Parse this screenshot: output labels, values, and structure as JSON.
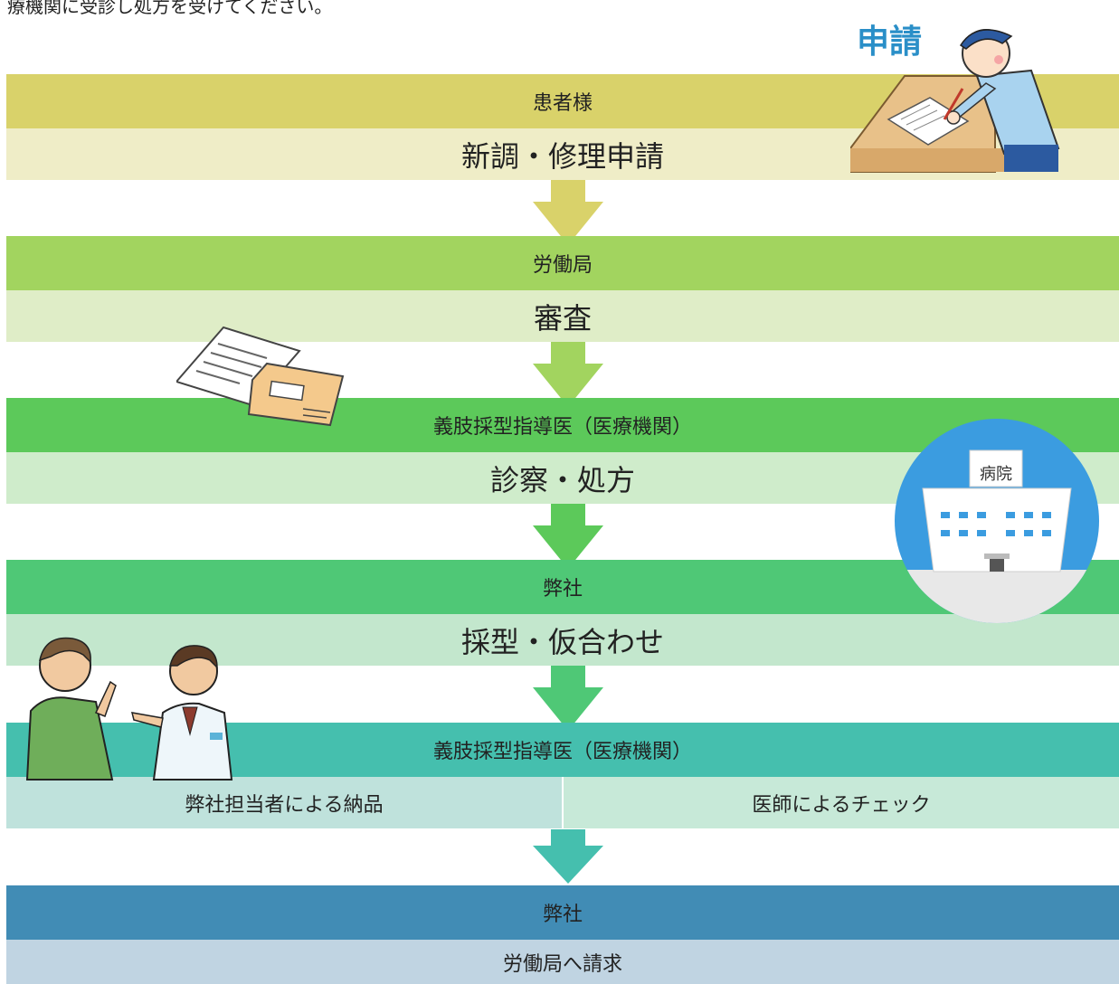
{
  "intro_text": "療機関に受診し処方を受けてください。",
  "steps": [
    {
      "actor": "患者様",
      "action": "新調・修理申請"
    },
    {
      "actor": "労働局",
      "action": "審査"
    },
    {
      "actor": "義肢採型指導医（医療機関）",
      "action": "診察・処方"
    },
    {
      "actor": "弊社",
      "action": "採型・仮合わせ"
    },
    {
      "actor": "義肢採型指導医（医療機関）",
      "actions": [
        "弊社担当者による納品",
        "医師によるチェック"
      ]
    },
    {
      "actor": "弊社",
      "action": "労働局へ請求"
    }
  ],
  "illustrations": {
    "application_label": "申請",
    "hospital_label": "病院"
  },
  "colors": {
    "step1_header": "#d9d26a",
    "step1_sub": "#efedc7",
    "step2_header": "#a2d45f",
    "step2_sub": "#dfedc7",
    "step3_header": "#5cc95a",
    "step3_sub": "#cfeccb",
    "step4_header": "#4fc876",
    "step4_sub": "#c3e7cd",
    "step5_header": "#45bfae",
    "step5_sub": "#bfe2dc",
    "step6_header": "#418cb5",
    "step6_sub": "#c0d4e2"
  }
}
